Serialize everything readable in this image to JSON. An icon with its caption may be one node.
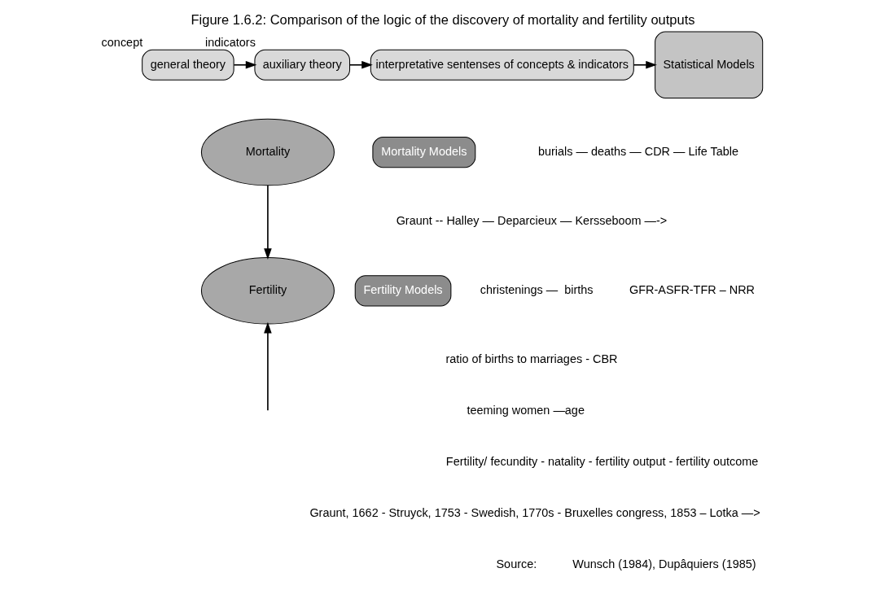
{
  "diagram": {
    "title": "Figure 1.6.2: Comparison of the logic of the discovery of mortality and fertility outputs",
    "nodes": [
      {
        "text": [
          "general theory"
        ],
        "beside": [
          "concept"
        ]
      },
      {
        "text": [
          "auxiliary theory"
        ],
        "beside": [
          "indicators"
        ]
      },
      {
        "text": [
          "interpretative sentenses of concepts & indicators"
        ]
      },
      {
        "text": [
          "Statistical Models"
        ]
      },
      {
        "text": [
          "Mortality"
        ]
      },
      {
        "text": [
          "Mortality Models"
        ]
      },
      {
        "text": [
          "Fertility"
        ]
      },
      {
        "text": [
          "Fertility Models"
        ]
      }
    ],
    "edges": [
      {
        "from": 0,
        "to": 1,
        "arrow": "to"
      },
      {
        "from": 1,
        "to": 2,
        "arrow": "to"
      },
      {
        "from": 2,
        "to": 3,
        "arrow": "to"
      },
      {
        "from": 4,
        "to": 6,
        "arrow": "to"
      },
      {
        "from": null,
        "to": 6,
        "arrow": "to"
      }
    ],
    "labels": [
      "burials — deaths — CDR — Life Table",
      "Graunt -- Halley — Deparcieux — Kersseboom —->",
      "christenings —  births",
      "ratio of births to marriages - CBR",
      "teeming women —age",
      "GFR-ASFR-TFR – NRR",
      "Fertility/ fecundity - natality - fertility output - fertility outcome",
      "Graunt, 1662 - Struyck, 1753 - Swedish, 1770s - Bruxelles congress, 1853 – Lotka —>",
      "Source:",
      "Wunsch (1984), Dupâquiers (1985)"
    ]
  }
}
